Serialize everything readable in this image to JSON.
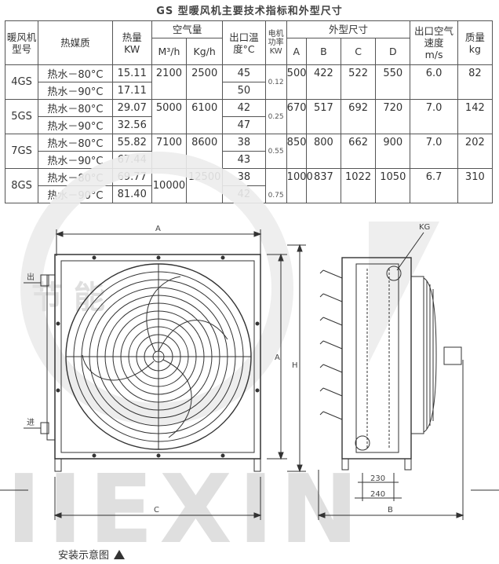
{
  "title": "GS 型暖风机主要技术指标和外型尺寸",
  "headers": {
    "model": "暖风机型号",
    "medium": "热媒质",
    "heat": "热量",
    "heat_unit": "KW",
    "air": "空气量",
    "air_m3": "M³/h",
    "air_kg": "Kg/h",
    "outlet_temp": "出口温度°C",
    "motor": "电机功率",
    "motor_unit": "KW",
    "dims": "外型尺寸",
    "dim_a": "A",
    "dim_b": "B",
    "dim_c": "C",
    "dim_d": "D",
    "speed": "出口空气速度",
    "speed_unit": "m/s",
    "mass": "质量",
    "mass_unit": "kg"
  },
  "rows": [
    {
      "model": "4GS",
      "power": "0.12",
      "m3": "2100",
      "kg": "2500",
      "a": "500",
      "b": "422",
      "c": "522",
      "d": "550",
      "speed": "6.0",
      "mass": "82",
      "sub": [
        {
          "medium": "热水－80°C",
          "heat": "15.11",
          "temp": "45"
        },
        {
          "medium": "热水－90°C",
          "heat": "17.11",
          "temp": "50"
        }
      ]
    },
    {
      "model": "5GS",
      "power": "0.25",
      "m3": "5000",
      "kg": "6100",
      "a": "670",
      "b": "517",
      "c": "692",
      "d": "720",
      "speed": "7.0",
      "mass": "142",
      "sub": [
        {
          "medium": "热水－80°C",
          "heat": "29.07",
          "temp": "42"
        },
        {
          "medium": "热水－90°C",
          "heat": "32.56",
          "temp": "47"
        }
      ]
    },
    {
      "model": "7GS",
      "power": "0.55",
      "m3": "7100",
      "kg": "8600",
      "a": "850",
      "b": "800",
      "c": "662",
      "d": "900",
      "speed": "7.0",
      "mass": "202",
      "sub": [
        {
          "medium": "热水－80°C",
          "heat": "55.82",
          "temp": "38"
        },
        {
          "medium": "热水－90°C",
          "heat": "67.44",
          "temp": "43"
        }
      ]
    },
    {
      "model": "8GS",
      "power": "0.75",
      "m3": "10000",
      "kg": "12500",
      "a": "1000",
      "b": "837",
      "c": "1022",
      "d": "1050",
      "speed": "6.7",
      "mass": "310",
      "sub": [
        {
          "medium": "热水－80°C",
          "heat": "69.77",
          "temp": "38"
        },
        {
          "medium": "热水－90°C",
          "heat": "81.40",
          "temp": "42"
        }
      ]
    }
  ],
  "drawing": {
    "label_a_top": "A",
    "label_a_side": "A",
    "label_h": "H",
    "label_c": "C",
    "label_b": "B",
    "label_kg": "KG",
    "label_out": "出",
    "label_in": "进",
    "dim_230": "230",
    "dim_240": "240",
    "watermark_text": "IIEXIN",
    "watermark_cn": "节 能"
  },
  "caption": "安装示意图"
}
